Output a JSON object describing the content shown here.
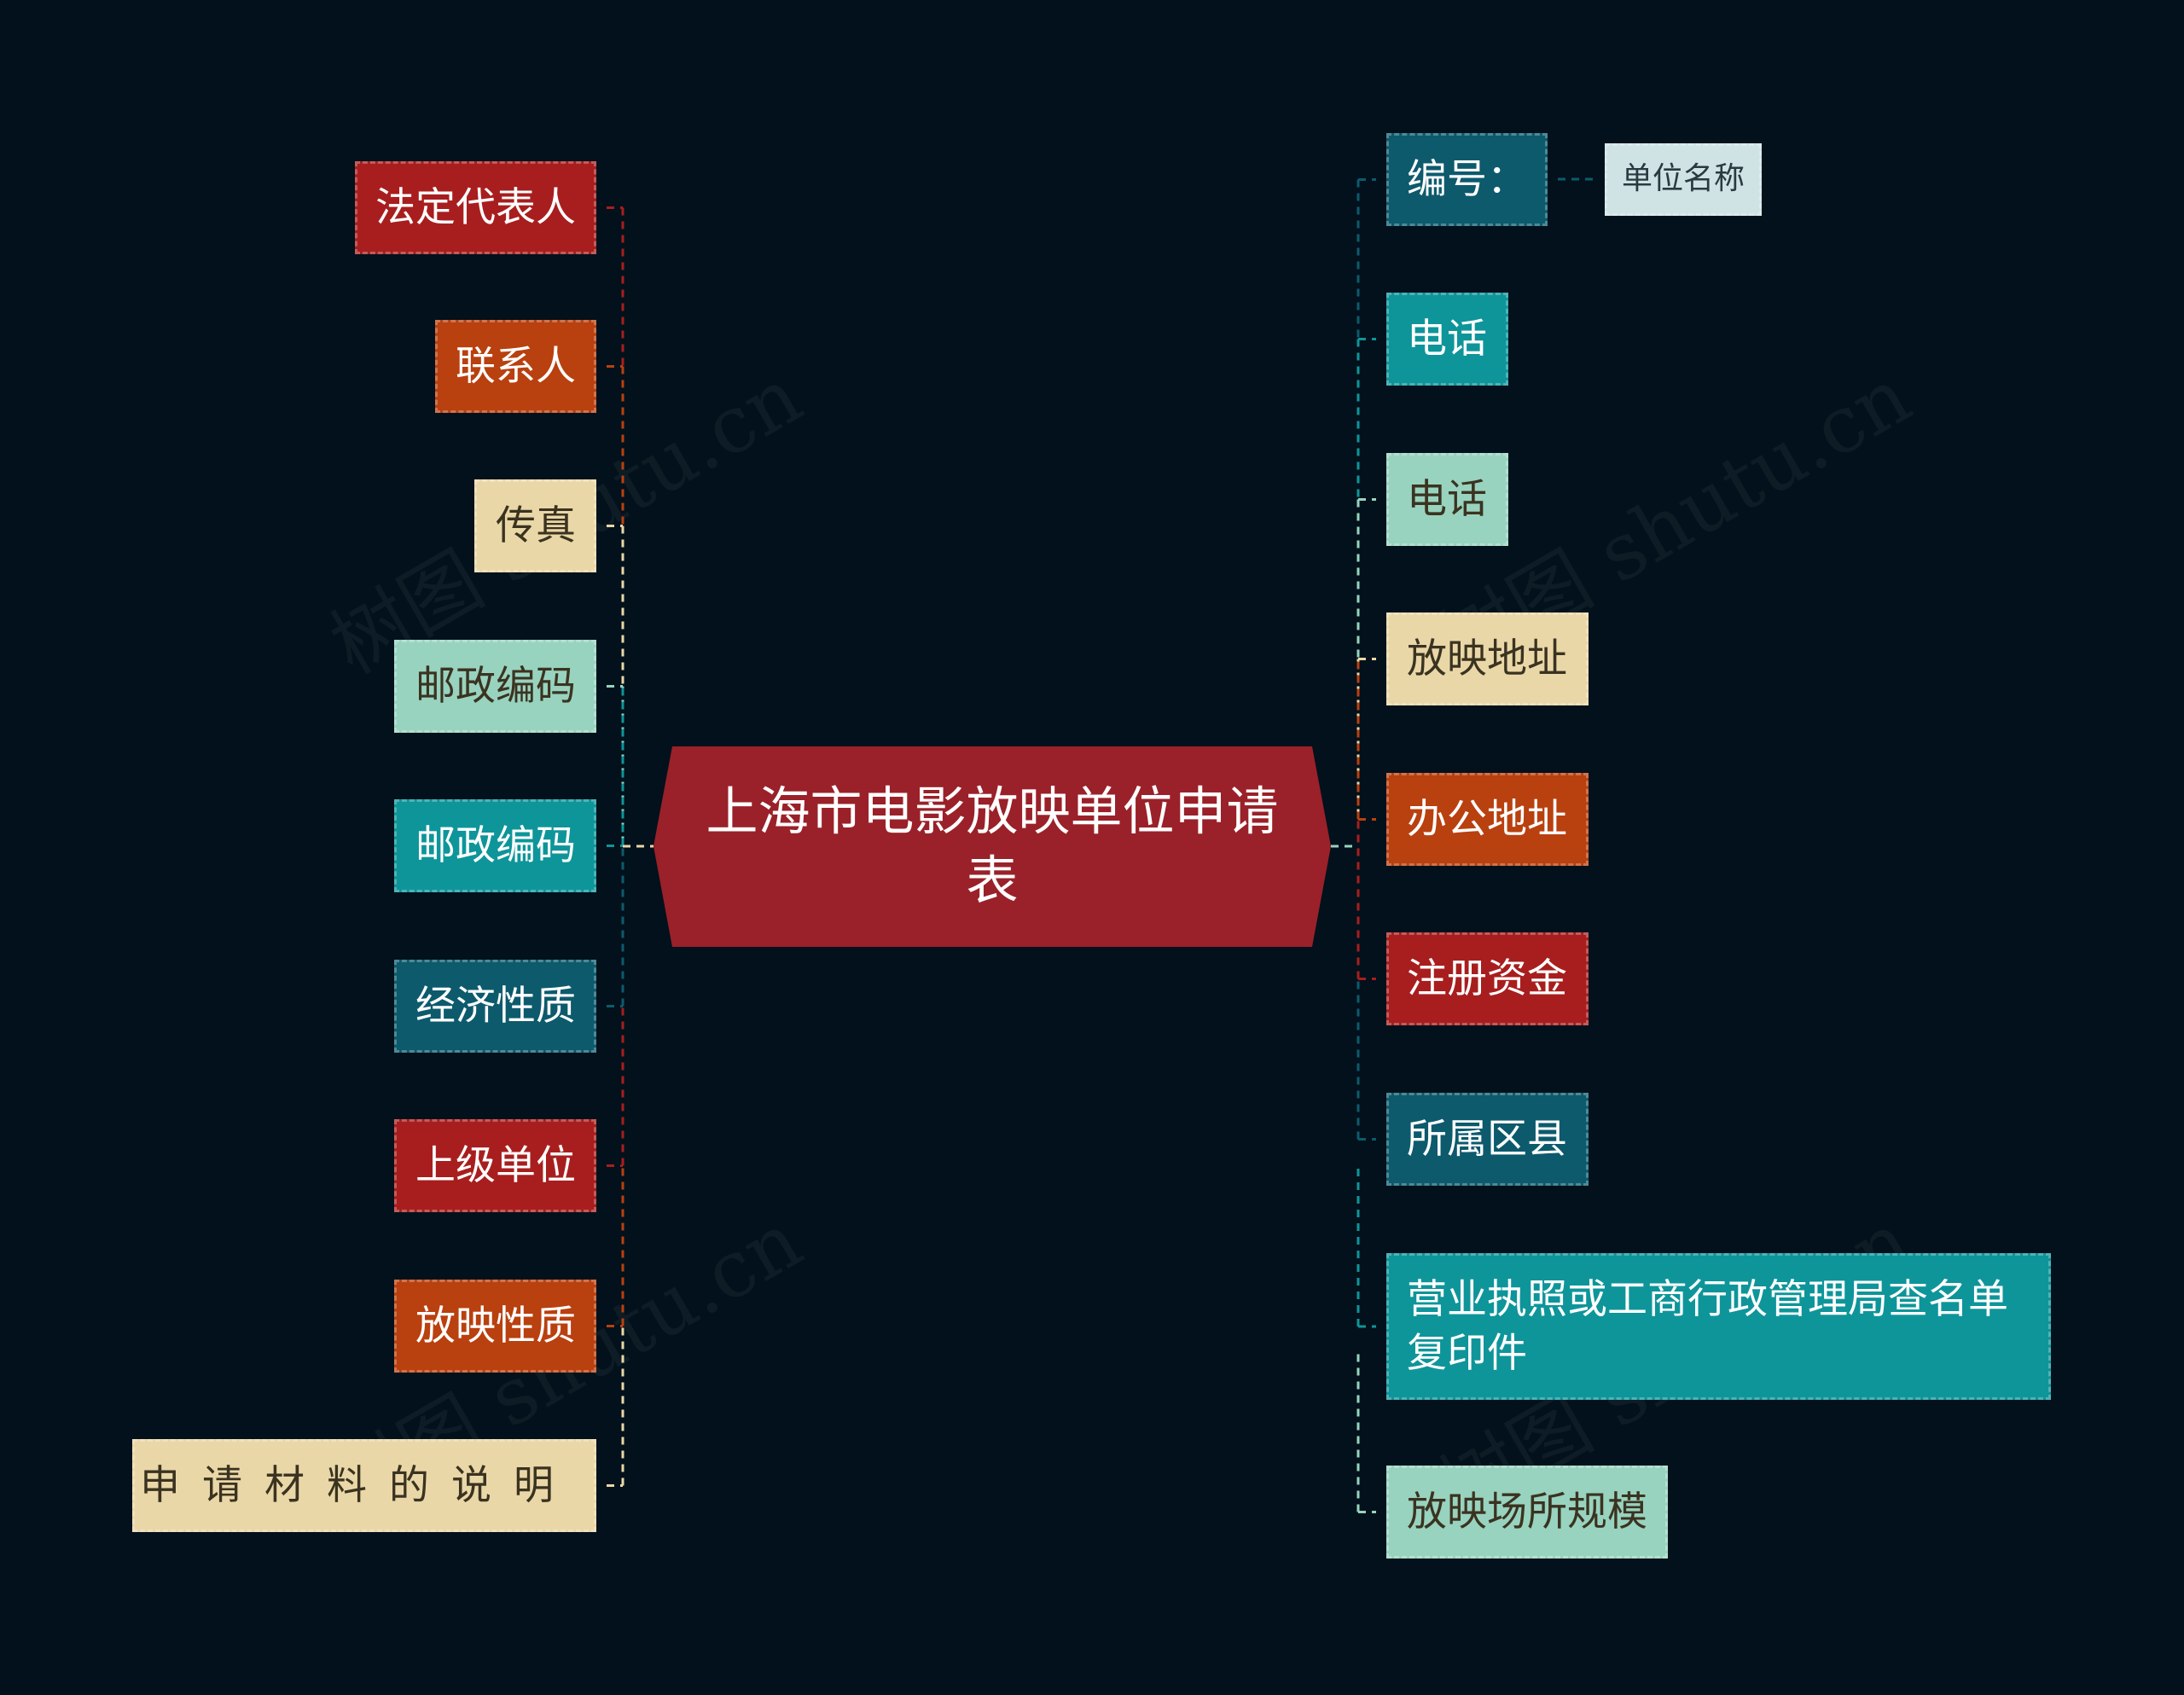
{
  "colors": {
    "background": "#02111b",
    "center": "#9a2129",
    "red": "#a81e1e",
    "orange": "#b9400f",
    "cream": "#ead7a8",
    "mint": "#98d3bf",
    "teal": "#0e959a",
    "navy": "#0d5a6d",
    "pale": "#cfe3e5"
  },
  "center": {
    "title": "上海市电影放映单位申请表"
  },
  "left_nodes": [
    {
      "label": "法定代表人",
      "color": "red"
    },
    {
      "label": "联系人",
      "color": "orange"
    },
    {
      "label": "传真",
      "color": "cream"
    },
    {
      "label": "邮政编码",
      "color": "mint"
    },
    {
      "label": "邮政编码",
      "color": "teal"
    },
    {
      "label": "经济性质",
      "color": "navy"
    },
    {
      "label": "上级单位",
      "color": "red"
    },
    {
      "label": "放映性质",
      "color": "orange"
    },
    {
      "label": "申请材料的说明",
      "color": "cream"
    }
  ],
  "right_nodes": [
    {
      "label": "编号：",
      "color": "navy",
      "child": "单位名称"
    },
    {
      "label": "电话",
      "color": "teal"
    },
    {
      "label": "电话",
      "color": "mint"
    },
    {
      "label": "放映地址",
      "color": "cream"
    },
    {
      "label": "办公地址",
      "color": "orange"
    },
    {
      "label": "注册资金",
      "color": "red"
    },
    {
      "label": "所属区县",
      "color": "navy"
    },
    {
      "label": "营业执照或工商行政管理局查名单复印件",
      "color": "teal"
    },
    {
      "label": "放映场所规模",
      "color": "mint"
    }
  ],
  "watermark": "树图 shutu.cn"
}
